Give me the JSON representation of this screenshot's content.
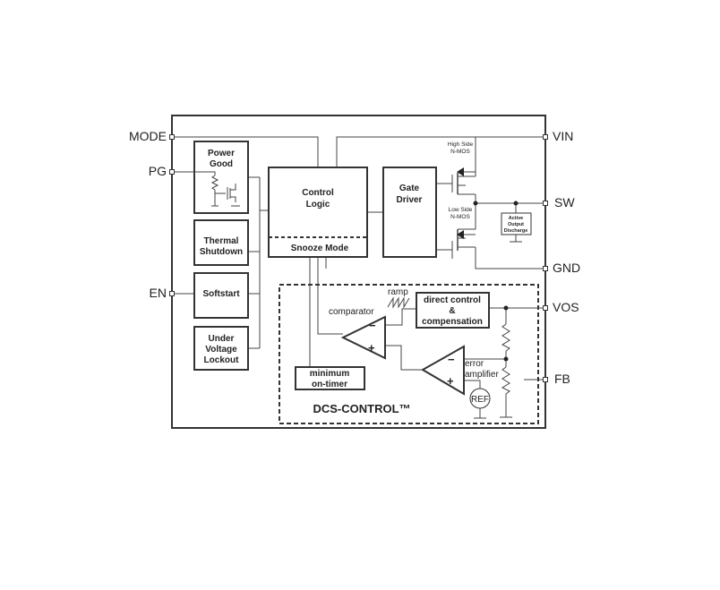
{
  "pins": {
    "mode": "MODE",
    "pg": "PG",
    "en": "EN",
    "vin": "VIN",
    "sw": "SW",
    "gnd": "GND",
    "vos": "VOS",
    "fb": "FB"
  },
  "blocks": {
    "power_good": [
      "Power",
      "Good"
    ],
    "thermal_shutdown": [
      "Thermal",
      "Shutdown"
    ],
    "softstart": "Softstart",
    "uvlo": [
      "Under",
      "Voltage",
      "Lockout"
    ],
    "control_logic": [
      "Control",
      "Logic"
    ],
    "snooze_mode": "Snooze Mode",
    "gate_driver": [
      "Gate",
      "Driver"
    ],
    "active_discharge": [
      "Active",
      "Output",
      "Discharge"
    ],
    "direct_control": [
      "direct control",
      "&",
      "compensation"
    ],
    "min_on_timer": [
      "minimum",
      "on-timer"
    ]
  },
  "labels": {
    "high_side": [
      "High Side",
      "N-MOS"
    ],
    "low_side": [
      "Low Side",
      "N-MOS"
    ],
    "ramp": "ramp",
    "comparator": "comparator",
    "error_amp": [
      "error",
      "amplifier"
    ],
    "ref": "REF",
    "minus": "−",
    "plus": "+",
    "dcs_control": "DCS-CONTROL™"
  }
}
